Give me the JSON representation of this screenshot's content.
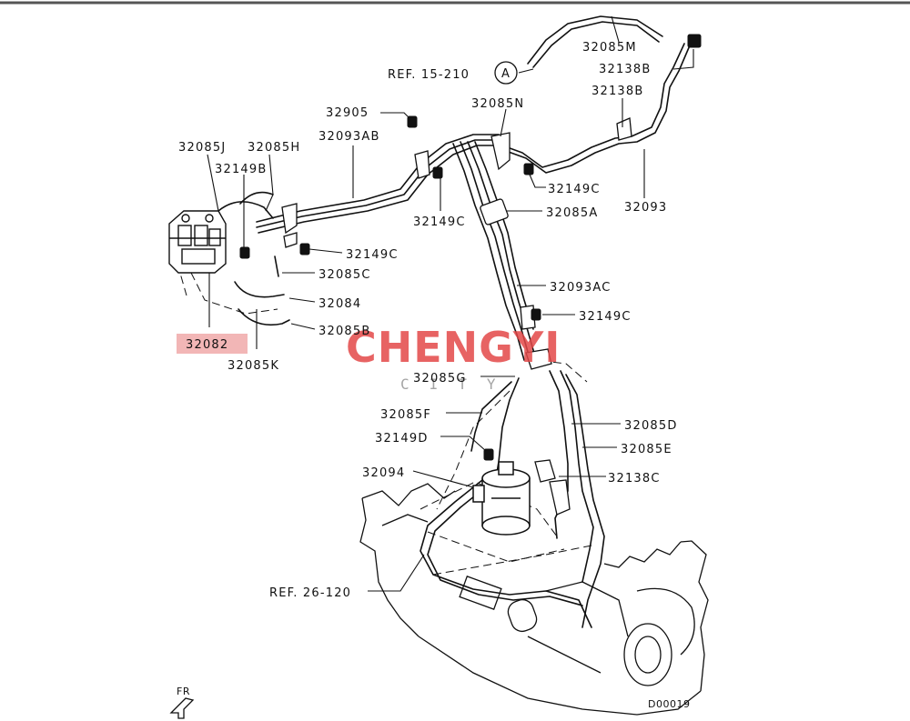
{
  "refs": {
    "ref_top": "REF. 15-210",
    "ref_top_circle": "A",
    "ref_bottom": "REF. 26-120"
  },
  "parts": {
    "p32085M": "32085M",
    "p32138B_upper": "32138B",
    "p32138B_lower": "32138B",
    "p32905": "32905",
    "p32085N": "32085N",
    "p32093AB": "32093AB",
    "p32085J": "32085J",
    "p32085H": "32085H",
    "p32149B": "32149B",
    "p32149C_right": "32149C",
    "p32093": "32093",
    "p32149C_mid": "32149C",
    "p32085A": "32085A",
    "p32149C_left": "32149C",
    "p32085C": "32085C",
    "p32093AC": "32093AC",
    "p32084": "32084",
    "p32149C_lower": "32149C",
    "p32085B": "32085B",
    "p32082": "32082",
    "p32085K": "32085K",
    "p32085G": "32085G",
    "p32085F": "32085F",
    "p32085D": "32085D",
    "p32149D": "32149D",
    "p32085E": "32085E",
    "p32094": "32094",
    "p32138C": "32138C"
  },
  "direction": "FR",
  "diagram_code": "D00019",
  "watermark": {
    "main": "CHENGYI",
    "sub": "CITY"
  },
  "colors": {
    "line": "#111111",
    "highlight": "#f2b6b6",
    "watermark": "#e34848",
    "watermark_sub": "#9a9a9a"
  }
}
